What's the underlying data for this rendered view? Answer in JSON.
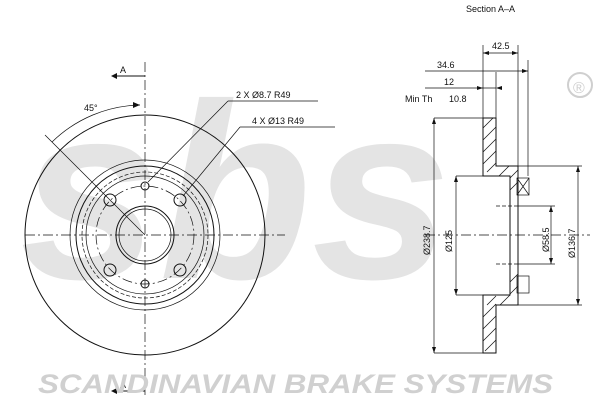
{
  "watermark": {
    "logo": "sbs",
    "registered": "®",
    "company": "SCANDINAVIAN BRAKE SYSTEMS"
  },
  "section_label": "Section A–A",
  "front_view": {
    "section_mark_top": "A",
    "section_mark_bottom": "A",
    "angle": "45°",
    "callout_holes_small": "2 X Ø8.7 R49",
    "callout_holes_large": "4 X Ø13 R49"
  },
  "side_view": {
    "dim_overall_height": "42.5",
    "dim_offset": "34.6",
    "dim_thickness": "12",
    "min_thickness_label": "Min Th",
    "min_thickness_value": "10.8",
    "dim_outer_diameter": "Ø238.7",
    "dim_hub_diameter": "Ø125",
    "dim_center_bore": "Ø58.5",
    "dim_hat_diameter": "Ø136.7"
  }
}
